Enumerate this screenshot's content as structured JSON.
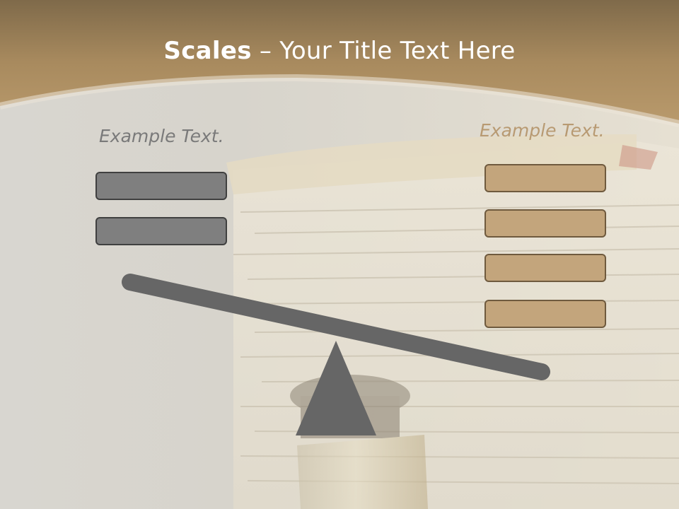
{
  "slide": {
    "title_bold": "Scales",
    "title_rest": " – Your Title Text Here",
    "left_label": "Example Text.",
    "right_label": "Example Text.",
    "left_boxes": 2,
    "right_boxes": 4
  },
  "colors": {
    "header": "#b28e5c",
    "left_box": "#7f7f7f",
    "right_box": "#c3a57c",
    "scale": "#666666"
  }
}
